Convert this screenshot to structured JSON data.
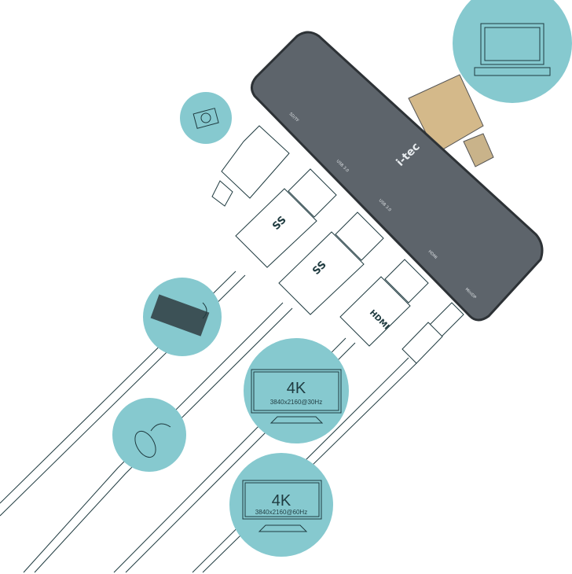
{
  "colors": {
    "circle": "#86c9cf",
    "hub": "#5d646b",
    "line": "#1f3b40"
  },
  "hub": {
    "brand": "i-tec",
    "ports": [
      "SD/TF",
      "USB 3.0",
      "USB 3.0",
      "HDMI",
      "MiniDP"
    ]
  },
  "connectors": {
    "usb_logo": "SS",
    "hdmi_logo": "HDMI"
  },
  "monitors": [
    {
      "title": "4K",
      "spec": "3840x2160@30Hz"
    },
    {
      "title": "4K",
      "spec": "3840x2160@60Hz"
    }
  ]
}
